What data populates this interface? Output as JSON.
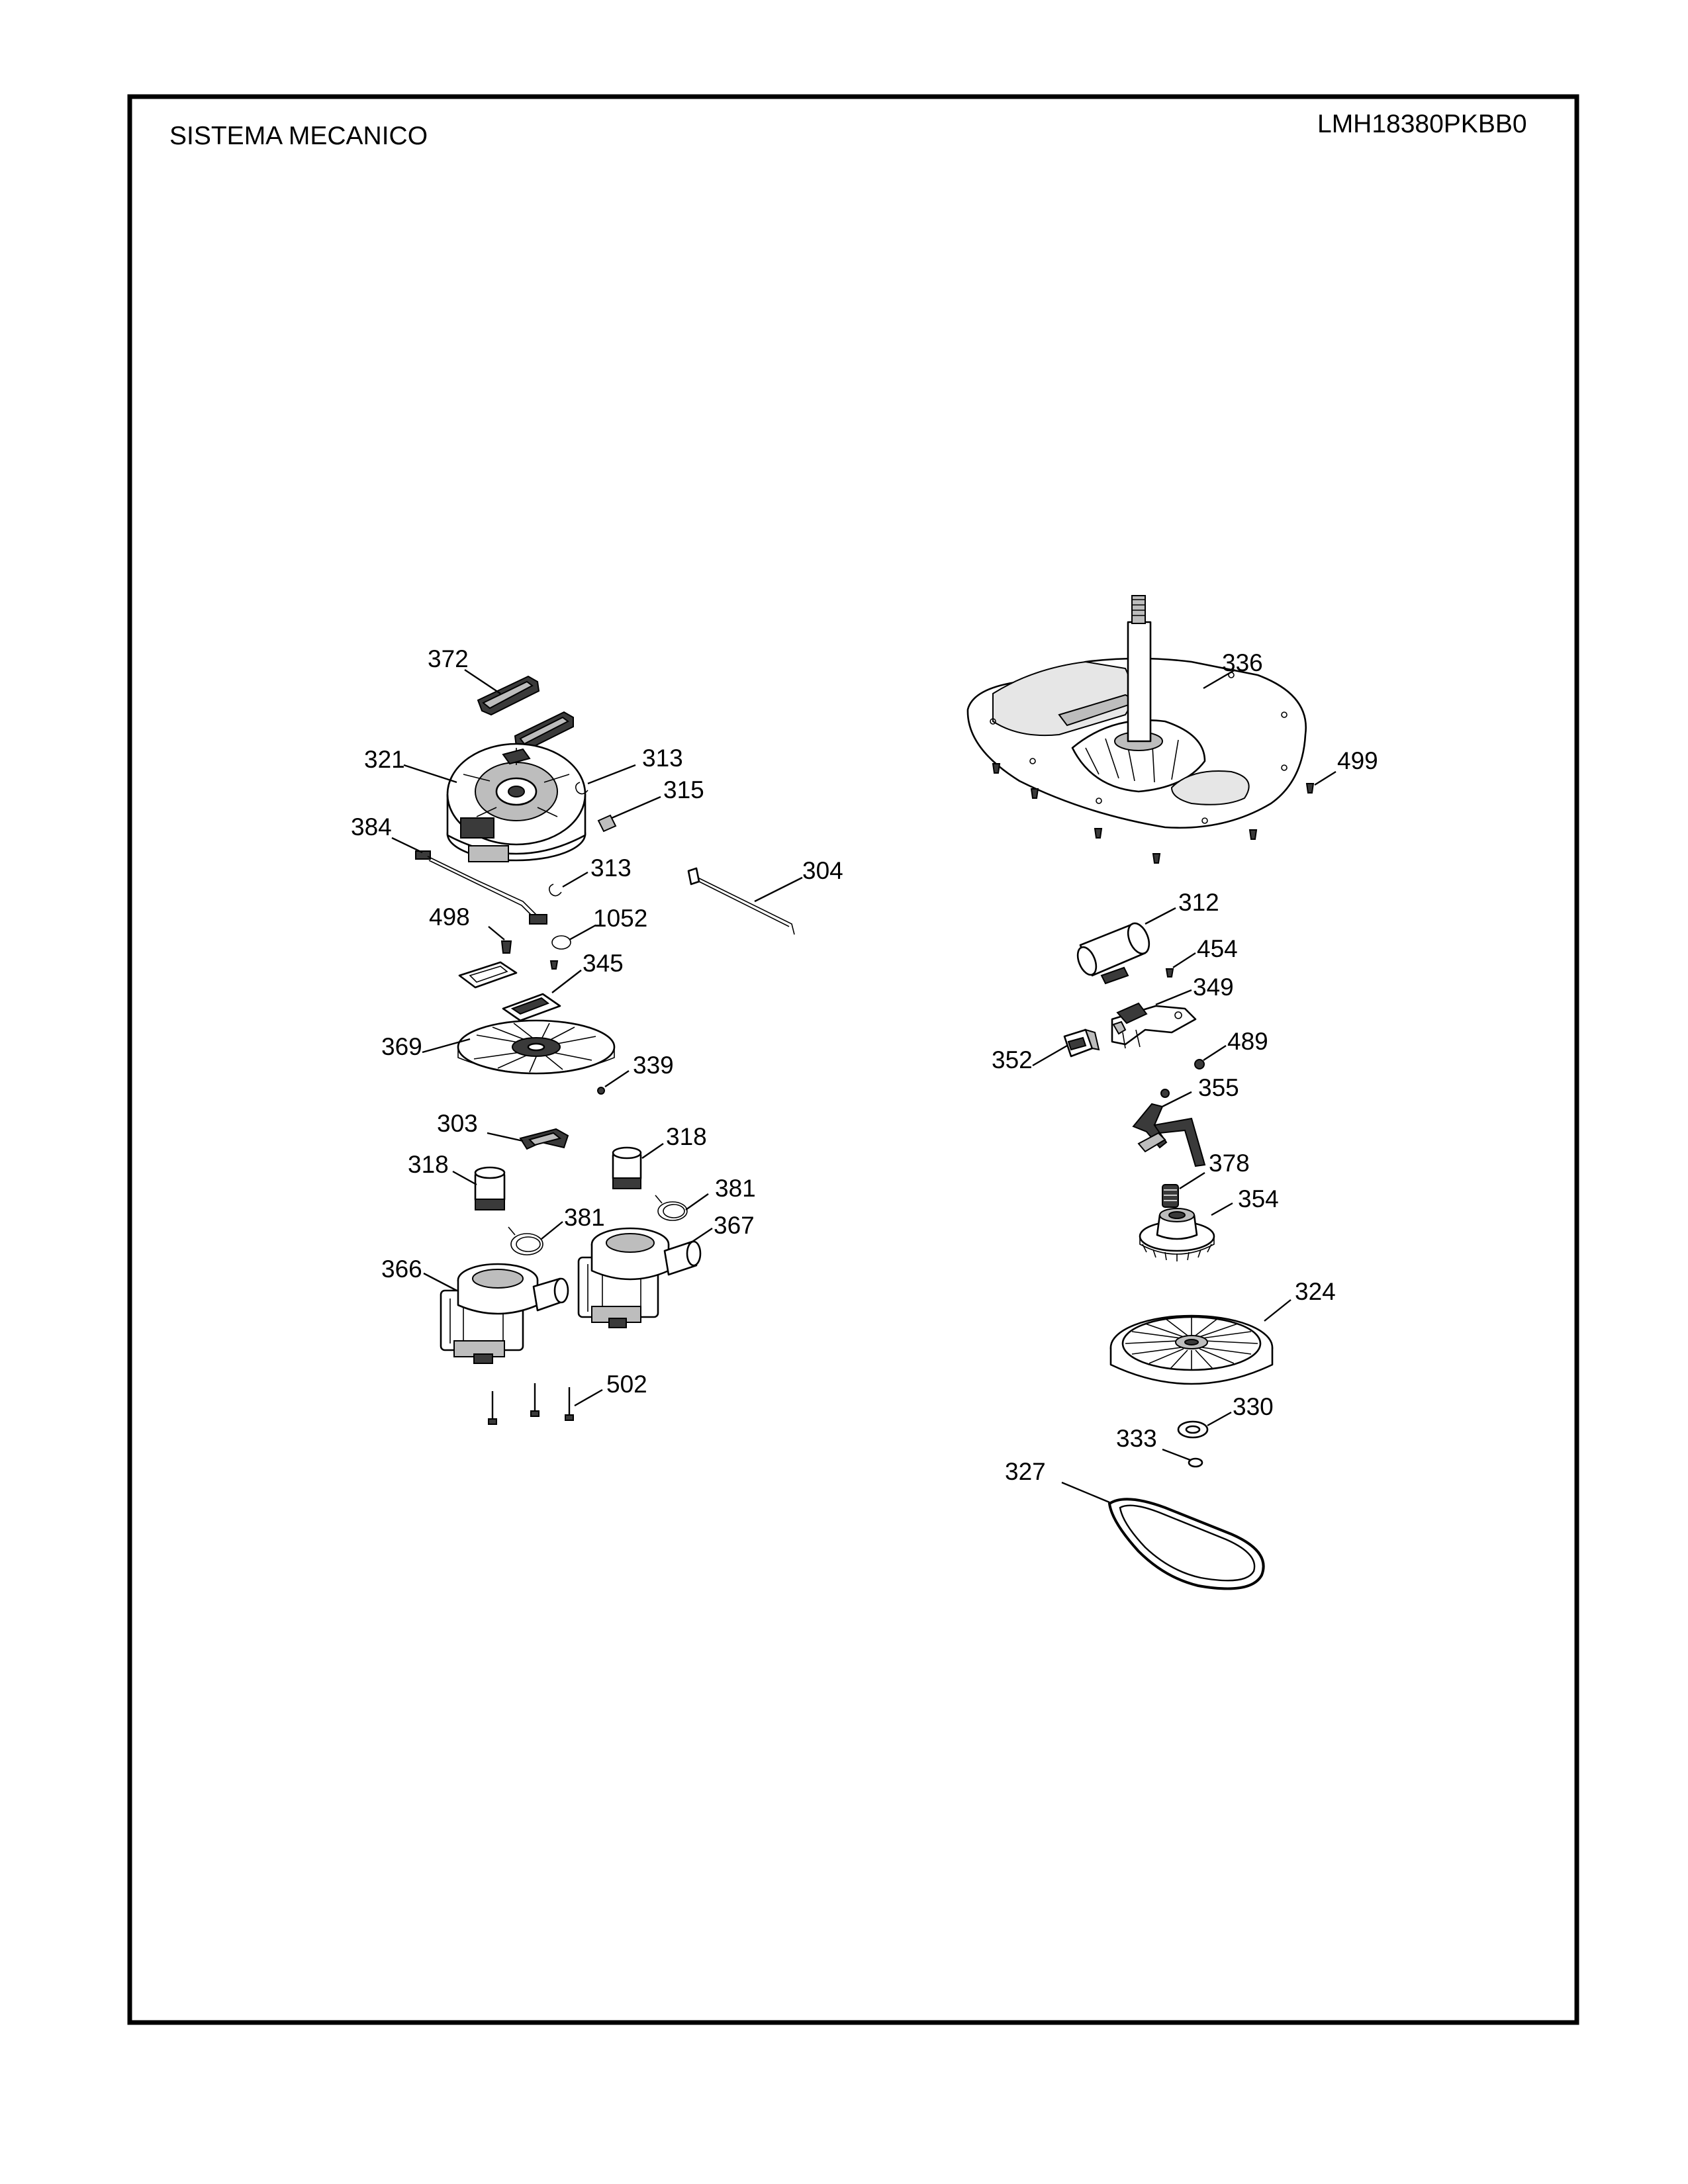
{
  "header": {
    "title": "SISTEMA MECANICO",
    "model": "LMH18380PKBB0"
  },
  "callouts": {
    "c372": "372",
    "c321": "321",
    "c313a": "313",
    "c315": "315",
    "c384": "384",
    "c313b": "313",
    "c304": "304",
    "c498": "498",
    "c1052": "1052",
    "c345": "345",
    "c369": "369",
    "c339": "339",
    "c303": "303",
    "c318a": "318",
    "c318b": "318",
    "c381a": "381",
    "c381b": "381",
    "c367": "367",
    "c366": "366",
    "c502": "502",
    "c336": "336",
    "c499": "499",
    "c312": "312",
    "c454": "454",
    "c349": "349",
    "c489": "489",
    "c352": "352",
    "c355": "355",
    "c378": "378",
    "c354": "354",
    "c324": "324",
    "c330": "330",
    "c333": "333",
    "c327": "327"
  }
}
